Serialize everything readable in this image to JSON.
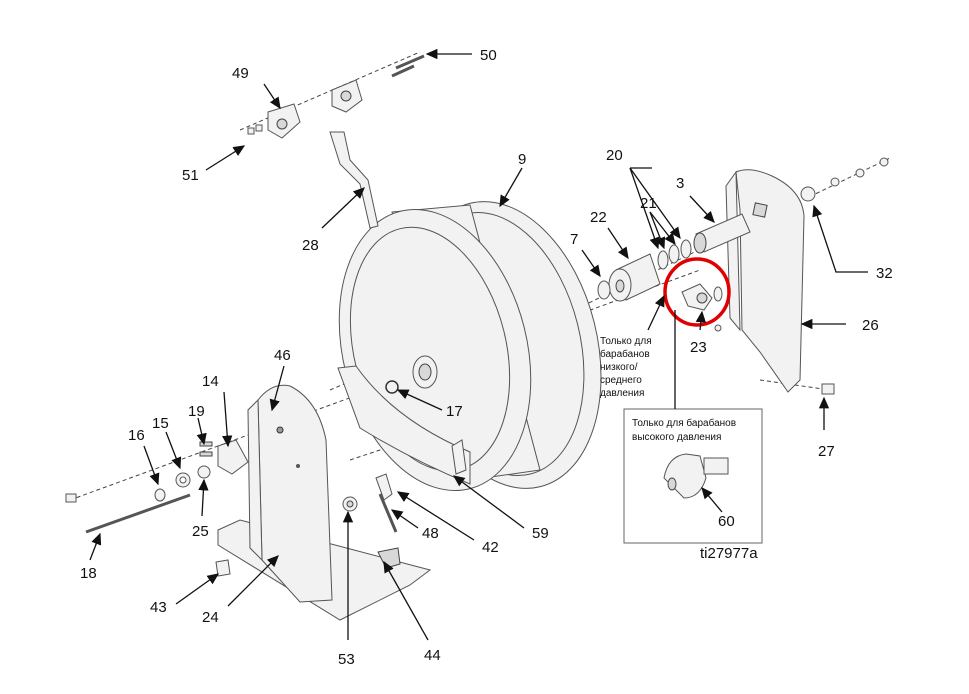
{
  "callouts": [
    "50",
    "49",
    "51",
    "28",
    "9",
    "20",
    "21",
    "3",
    "22",
    "7",
    "32",
    "26",
    "23",
    "46",
    "14",
    "17",
    "19",
    "15",
    "16",
    "25",
    "18",
    "48",
    "42",
    "59",
    "43",
    "24",
    "53",
    "44",
    "27",
    "60"
  ],
  "notes": {
    "low_medium": [
      "Только для",
      "барабанов",
      "низкого/",
      "среднего",
      "давления"
    ],
    "high": [
      "Только для барабанов",
      "высокого давления"
    ]
  },
  "figure_ref": "ti27977a",
  "colors": {
    "highlight": "#e00000",
    "line": "#111111",
    "part_fill": "#f2f2f2"
  }
}
